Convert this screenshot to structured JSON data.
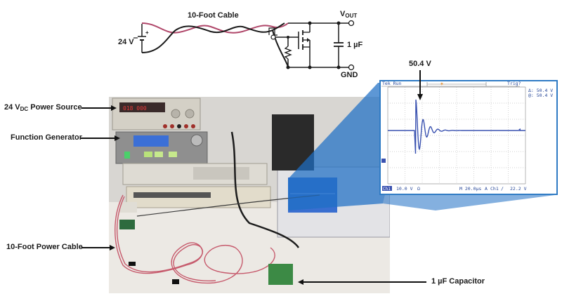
{
  "schematic": {
    "cable_label": "10-Foot Cable",
    "source_label": "24 V",
    "vout_label": "V",
    "vout_sub": "OUT",
    "gnd_label": "GND",
    "capacitor_label": "1 µF",
    "colors": {
      "wire_red": "#b0476a",
      "wire_black": "#1a1a1a"
    }
  },
  "photo_labels": {
    "power_source": {
      "main": "24 V",
      "sub": "DC",
      "rest": " Power Source"
    },
    "function_generator": "Function Generator",
    "power_cable": "10-Foot Power Cable",
    "capacitor": "1 µF Capacitor"
  },
  "scope": {
    "peak_annotation": "50.4 V",
    "status": "Tek Run",
    "trigger_status": "Trig?",
    "cursor_a": "Δ:   50.4 V",
    "cursor_b": "@:   50.4 V",
    "ch1_label": "Ch1",
    "ch1_scale": "10.0 V",
    "ch1_coupling": "Ω",
    "timebase": "M 20.0µs",
    "trigger_mode": "A",
    "trigger_source": "Ch1",
    "trigger_slope": "∕",
    "trigger_level": "22.2 V",
    "ground_marker": "1",
    "colors": {
      "frame": "#2f7bc4",
      "trace": "#3a52b0",
      "grid": "#bcbcbc",
      "zoom_wedge": "#1f6fc5"
    }
  }
}
